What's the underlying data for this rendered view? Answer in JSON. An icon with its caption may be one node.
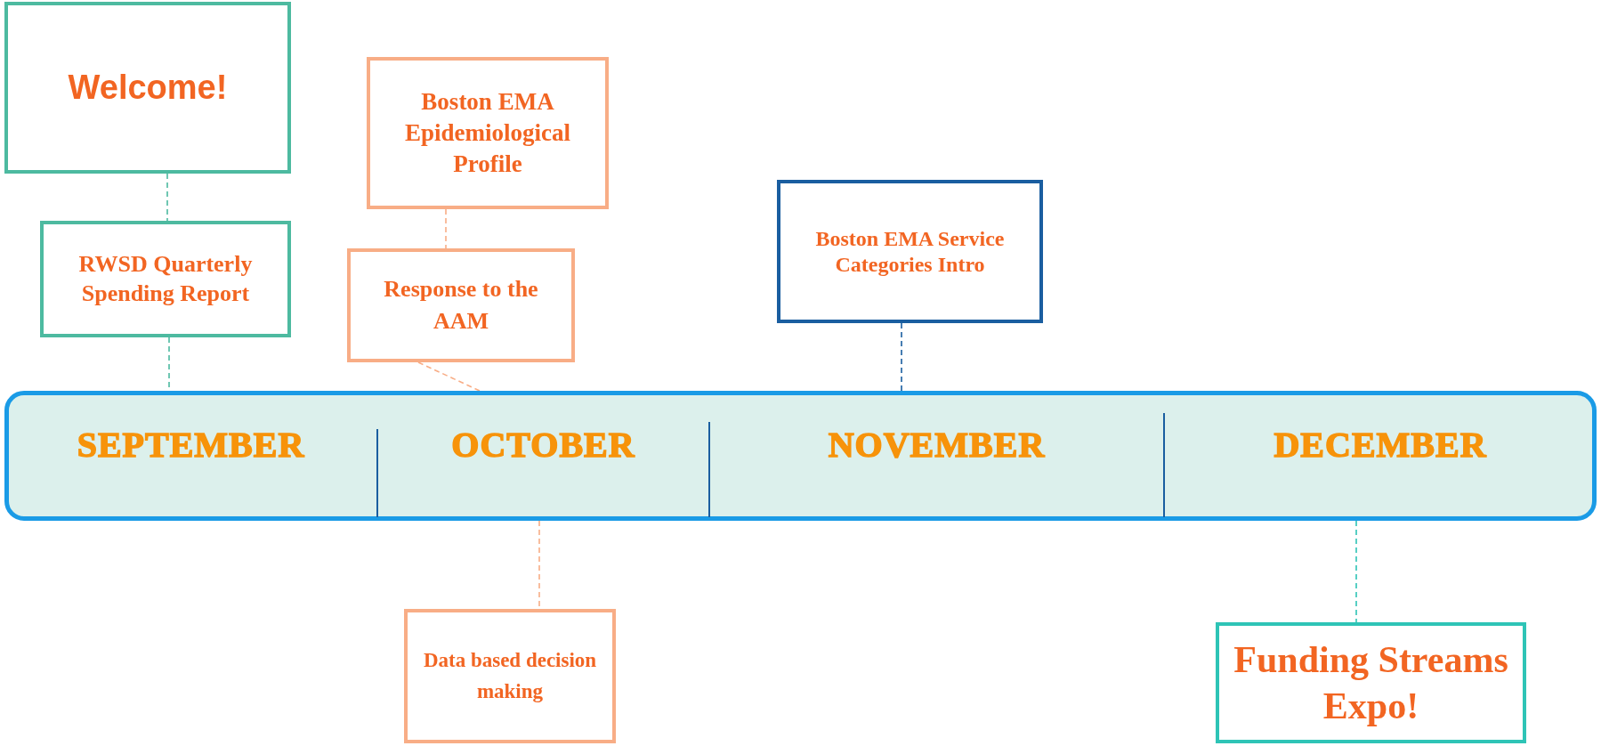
{
  "diagram": {
    "nodes": [
      {
        "text": [
          "Welcome!"
        ]
      },
      {
        "text": [
          "RWSD Quarterly Spending Report"
        ]
      },
      {
        "text": [
          "Boston EMA Epidemiological Profile"
        ]
      },
      {
        "text": [
          "Response to the AAM"
        ]
      },
      {
        "text": [
          "Boston EMA Service Categories Intro"
        ]
      },
      {
        "text": [],
        "shape": "bar"
      },
      {
        "text": [
          "SEPTEMBER"
        ],
        "in": 5
      },
      {
        "text": [
          "OCTOBER"
        ],
        "in": 5
      },
      {
        "text": [
          "NOVEMBER"
        ],
        "in": 5
      },
      {
        "text": [
          "DECEMBER"
        ],
        "in": 5
      },
      {
        "text": [
          "Data based decision making"
        ]
      },
      {
        "text": [
          "Funding Streams Expo!"
        ]
      }
    ],
    "edges": [
      {
        "from": 0,
        "to": 1,
        "arrow": "none",
        "style": "dashed",
        "color": "#4dbaa0"
      },
      {
        "from": 1,
        "to": 6,
        "arrow": "none",
        "style": "dashed",
        "color": "#4dbaa0"
      },
      {
        "from": 2,
        "to": 3,
        "arrow": "none",
        "style": "dashed",
        "color": "#f8ad86"
      },
      {
        "from": 3,
        "to": 7,
        "arrow": "none",
        "style": "dashed",
        "color": "#f8ad86"
      },
      {
        "from": 4,
        "to": 8,
        "arrow": "none",
        "style": "dashed",
        "color": "#1a5ea0"
      },
      {
        "from": 7,
        "to": 10,
        "arrow": "none",
        "style": "dashed",
        "color": "#f8ad86"
      },
      {
        "from": 9,
        "to": 11,
        "arrow": "none",
        "style": "dashed",
        "color": "#2ec4b6"
      }
    ]
  }
}
